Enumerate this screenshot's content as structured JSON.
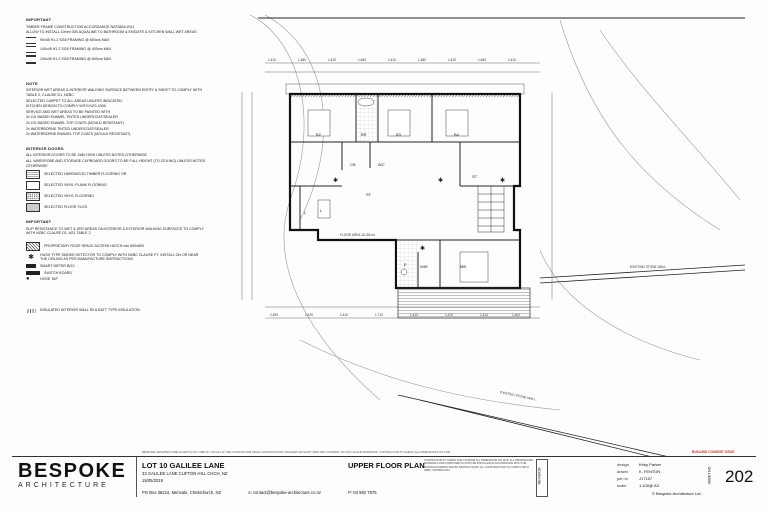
{
  "notes": {
    "important_title": "IMPORTANT",
    "important_lines": [
      "TIMBER FRAME CONSTRUCTION ACCORDANCE NZS3604:2011",
      "ALLOW TO INSTALL 10mm GIB AQUALINE TO BATHROOM & ENSUITE & KITCHEN WALL WET AREAS"
    ],
    "framing": [
      "90x45 H1.2 SG8 FRAMING @ 600crs MAX",
      "140x45 H1.2 SG8 FRAMING @ 400crs MAX",
      "190x45 H1.2 SG8 FRAMING @ 600crs MAX"
    ],
    "note_title": "NOTE",
    "note_lines": [
      "INTERIOR WET AREAS & INTERIOR WALKING SURFACE BETWEEN ENTRY & SHEET TO COMPLY WITH TABLE 2, CLAUSE D1, NZBC.",
      "SELECTED CARPET TO ALL AREAS UNLESS INDICATED.",
      "KITCHEN DESIGN TO COMPLY WITH NZS 4306.",
      "SERVICE AND WET AREAS TO BE PAINTED WITH",
      "2x OIL BASED ENAMEL TINTED UNDERCOAT/SEALER",
      "2x OIL BASED ENAMEL TOP COATS (MOULD RESISTANT)",
      "2x WATERBORNE TINTED UNDERCOAT/SEALER",
      "2x WATERBORNE ENAMEL TOP COATS (MOULD RESISTANT)"
    ],
    "interior_title": "INTERIOR DOORS",
    "interior_lines": [
      "ALL INTERIOR DOORS TO BE 1980 HIGH UNLESS NOTED OTHERWISE",
      "ALL WARDROBE AND STORAGE CUPBOARD DOORS TO BE FULL HEIGHT (TO CEILING) UNLESS NOTED OTHERWISE"
    ],
    "floor_legend": [
      "SELECTED HARDWOOD TIMBER FLOORING OR",
      "SELECTED VINYL PLANK FLOORING",
      "SELECTED VINYL FLOORING",
      "SELECTED FLOOR TILES"
    ],
    "important2_title": "IMPORTANT",
    "important2_lines": [
      "SLIP RESISTANCE TO WET & DRY AREAS ON INTERIOR & EXTERIOR WALKING SURFACES TO COMPLY WITH NZBC CLAUSE D1, AS1 TABLE 2"
    ],
    "symbols": [
      "PROPRIETARY ROOF SPACE ACCESS HATCH min 600x600",
      "HUSH TYPE SMOKE DETECTOR TO COMPLY WITH NZBC CLAUSE F7. INSTALL ON OR NEAR THE CEILING AS PER MANUFACTURE INSTRUCTIONS",
      "SMART METER BOX",
      "SWITCH BOARD",
      "HOSE TAP"
    ],
    "insulation": "INSULATED INTERIOR WALL R2.6 BATT TYPE INSULATION"
  },
  "plan": {
    "rooms": {
      "bed1": "B2",
      "bed2": "B3",
      "bed3": "B4",
      "bath": "BR",
      "ens": "E",
      "wir": "WIR",
      "master": "MB",
      "study": "ST",
      "lounge": "ST",
      "linen": "L",
      "cupboard": "CB",
      "wc": "WC",
      "lobby": "L"
    },
    "floor_area": "FLOOR AREA 111.85 m²",
    "existing_stone_wall_1": "EXISTING STONE WALL",
    "existing_stone_wall_2": "EXISTING STONE WALL",
    "top_dims": [
      "1,410",
      "1,480",
      "1,410",
      "1,480",
      "1,410",
      "1,480",
      "1,410",
      "1,480",
      "1,410"
    ],
    "bottom_dims": [
      "2,490",
      "1,670",
      "1,410",
      "1,710",
      "1,410",
      "1,410",
      "1,410",
      "1,400"
    ]
  },
  "titleblock": {
    "logo_big": "BESPOKE",
    "logo_small": "ARCHITECTURE",
    "lot": "LOT 10 GALILEE LANE",
    "address": "33 GALILEE LANE CLIFTON HILL CHCH, NZ",
    "date": "15/05/2019",
    "drawing_title": "UPPER FLOOR PLAN",
    "disclaimer": "BESPOKE ARCHITECTURE ACCEPTS NO LIABILITY IN FULL IF THE CONTRACTOR MAKE CONSTRUCTION CHANGES WITHOUT WRITTEN CONSENT. DO NOT SCALE DRAWINGS. CONTRACTOR TO CHECK ALL DIMENSIONS ON SITE.",
    "fine_print": "CONTRACTOR TO CHECK AND CONFIRM ALL DIMENSIONS ON SITE. ALL PROPRIETARY MATERIALS AND COMPONENTS MUST BE INSTALLED IN ACCORDANCE WITH THE MANUFACTURER'S AND BP INSTRUCTIONS. ALL CONSTRUCTION TO COMPLY WITH NZBC, NZS3604:2011.",
    "revision_label": "REVISION",
    "po_box": "PO Box 36224, Merivale, Christchurch, NZ",
    "email": "e: contact@bespoke-architecture.co.nz",
    "phone": "P: 03 982 7575",
    "meta": [
      {
        "k": "design",
        "v": "Kirby Parker"
      },
      {
        "k": "drawn",
        "v": "K. FENTON"
      },
      {
        "k": "job no",
        "v": "J17157"
      },
      {
        "k": "scale",
        "v": "1:100@ A3"
      }
    ],
    "consent": "BUILDING CONSENT ISSUE",
    "sheet_label": "SHEET NO.",
    "sheet_no": "202",
    "copyright": "© Bespoke Architecture Ltd."
  }
}
